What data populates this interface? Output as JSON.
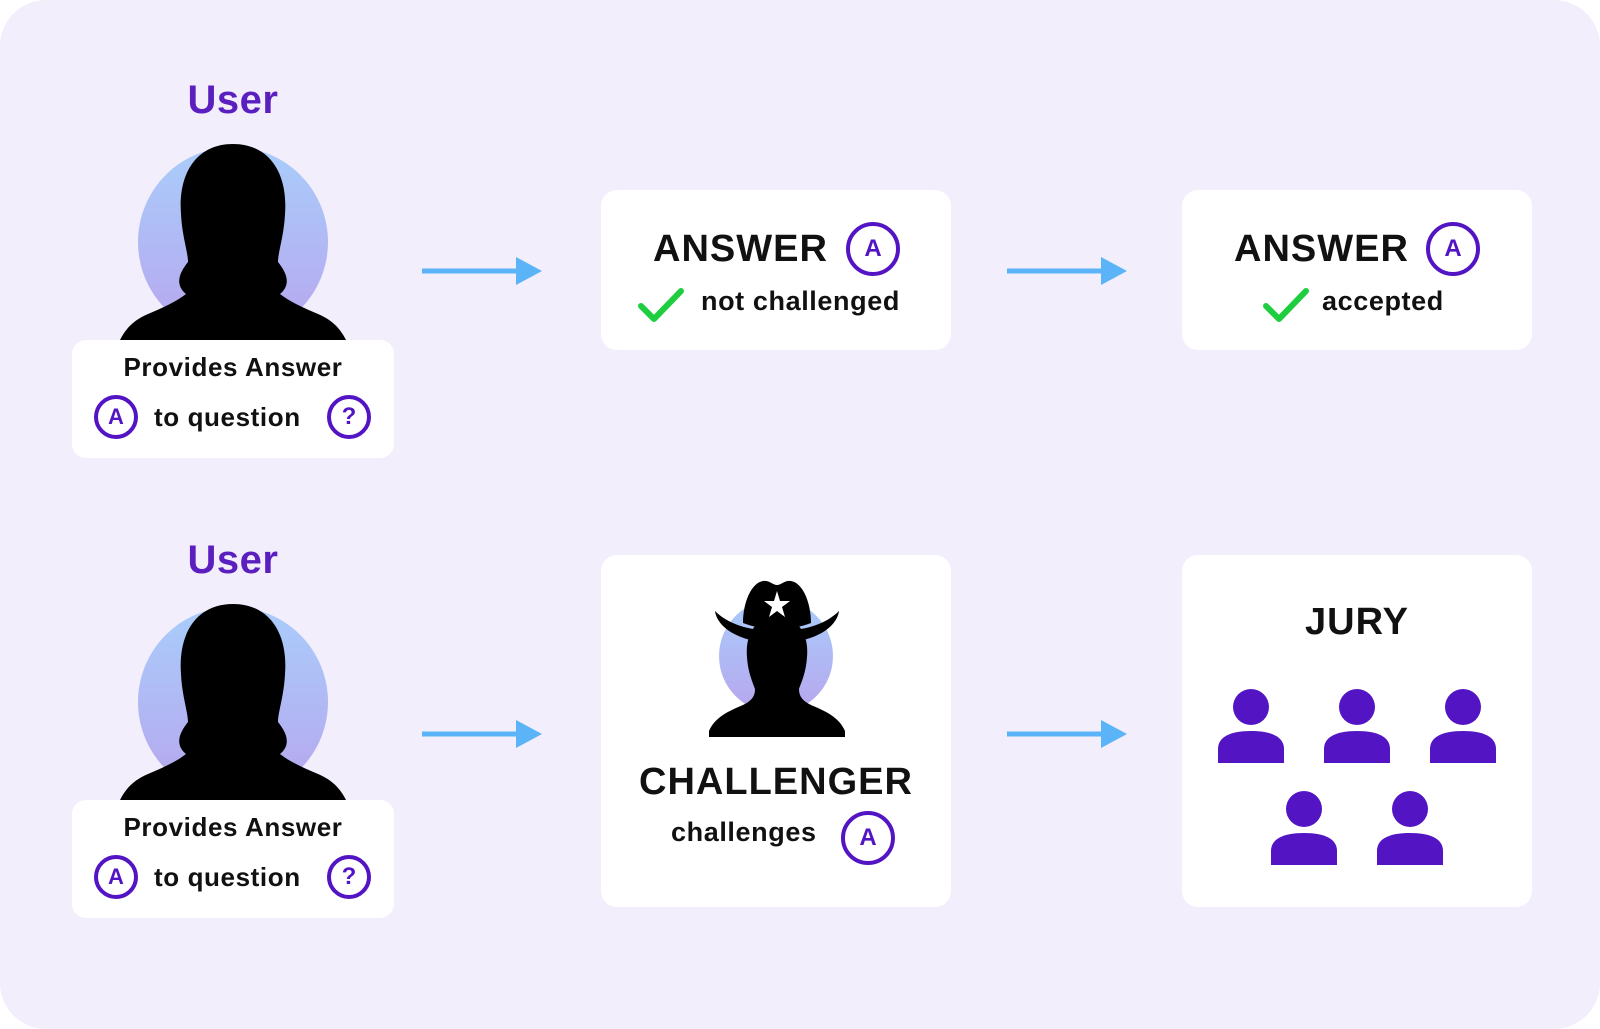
{
  "rows": [
    {
      "user_title": "User",
      "label_line1": "Provides Answer",
      "label_line2": "to question",
      "answer_badge": "A",
      "question_badge": "?",
      "middle_card": {
        "title": "ANSWER",
        "badge": "A",
        "status": "not challenged"
      },
      "right_card": {
        "title": "ANSWER",
        "badge": "A",
        "status": "accepted"
      }
    },
    {
      "user_title": "User",
      "label_line1": "Provides Answer",
      "label_line2": "to question",
      "answer_badge": "A",
      "question_badge": "?",
      "middle_card": {
        "title": "CHALLENGER",
        "action": "challenges",
        "badge": "A"
      },
      "right_card": {
        "title": "JURY",
        "members": 5
      }
    }
  ],
  "colors": {
    "accent": "#5314c4",
    "title": "#5b1fbf",
    "arrow": "#5ab4f7",
    "check": "#1fce3f",
    "background": "#f3eefb"
  },
  "icons": [
    "user-silhouette-icon",
    "cowboy-hat-icon",
    "sheriff-star-icon",
    "checkmark-icon",
    "person-icon",
    "arrow-right-icon"
  ]
}
